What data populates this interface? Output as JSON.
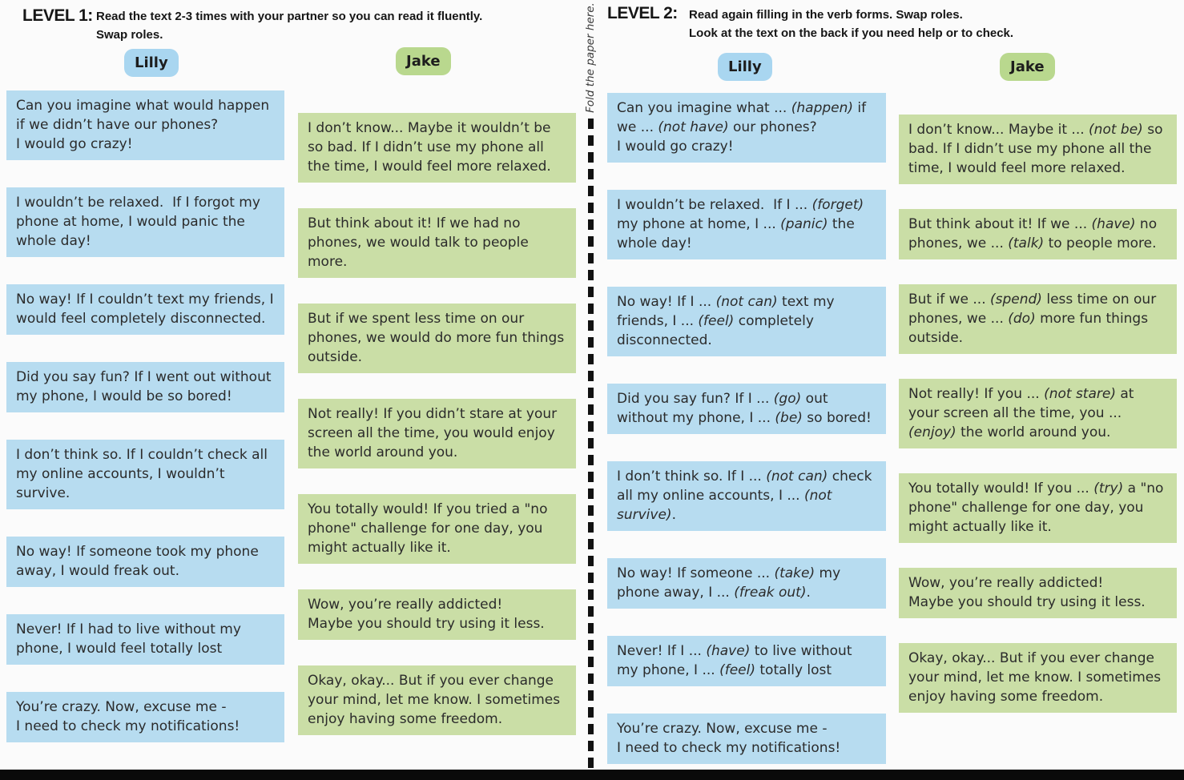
{
  "colors": {
    "paper": "#fbfbfb",
    "ink": "#2b2b2b",
    "lilly_bubble": "#b7dcf0",
    "jake_bubble": "#cadea6",
    "lilly_badge": "#a9d6f0",
    "jake_badge": "#b9d88e",
    "fold_line": "#111111"
  },
  "fold": {
    "label": "Fold the paper here."
  },
  "level1": {
    "title": "LEVEL 1:",
    "instructions": "Read the text 2-3 times with your partner so you can read it fluently.\nSwap roles.",
    "lilly_name": "Lilly",
    "jake_name": "Jake",
    "lilly": [
      "Can you imagine what would happen if we didn’t have our phones?\nI would go crazy!",
      "I wouldn’t be relaxed.  If I forgot my phone at home, I would panic the whole day!",
      "No way! If I couldn’t text my friends, I would feel completely disconnected.",
      "Did you say fun? If I went out without my phone, I would be so bored!",
      "I don’t think so. If I couldn’t check all my online accounts, I wouldn’t survive.",
      "No way! If someone took my phone away, I would freak out.",
      "Never! If I had to live without my phone, I would feel totally lost",
      "You’re crazy. Now, excuse me -\nI need to check my notifications!"
    ],
    "jake": [
      "I don’t know... Maybe it wouldn’t be so bad. If I didn’t use my phone all the time, I would feel more relaxed.",
      "But think about it! If we had no phones, we would talk to people more.",
      "But if we spent less time on our phones, we would do more fun things outside.",
      "Not really! If you didn’t stare at your screen all the time, you would enjoy the world around you.",
      "You totally would! If you tried a \"no phone\" challenge for one day, you might actually like it.",
      "Wow, you’re really addicted!\nMaybe you should try using it less.",
      "Okay, okay... But if you ever change your mind, let me know. I sometimes enjoy having some freedom."
    ]
  },
  "level2": {
    "title": "LEVEL 2:",
    "instructions": "Read again filling in the verb forms. Swap roles.\nLook at the text on the back if you need help or to check.",
    "lilly_name": "Lilly",
    "jake_name": "Jake",
    "lilly": [
      [
        {
          "t": "Can you imagine what ... "
        },
        {
          "t": "(happen)",
          "i": 1
        },
        {
          "t": " if we ... "
        },
        {
          "t": "(not have)",
          "i": 1
        },
        {
          "t": " our phones?\nI would go crazy!"
        }
      ],
      [
        {
          "t": "I wouldn’t be relaxed.  If I ... "
        },
        {
          "t": "(forget)",
          "i": 1
        },
        {
          "t": " my phone at home, I ... "
        },
        {
          "t": "(panic)",
          "i": 1
        },
        {
          "t": " the whole day!"
        }
      ],
      [
        {
          "t": "No way! If I ... "
        },
        {
          "t": "(not can)",
          "i": 1
        },
        {
          "t": " text my friends, I ... "
        },
        {
          "t": "(feel)",
          "i": 1
        },
        {
          "t": " completely disconnected."
        }
      ],
      [
        {
          "t": "Did you say fun? If I ... "
        },
        {
          "t": "(go)",
          "i": 1
        },
        {
          "t": " out without my phone, I ... "
        },
        {
          "t": "(be)",
          "i": 1
        },
        {
          "t": " so bored!"
        }
      ],
      [
        {
          "t": "I don’t think so. If I ... "
        },
        {
          "t": "(not can)",
          "i": 1
        },
        {
          "t": " check all my online accounts, I ... "
        },
        {
          "t": "(not survive)",
          "i": 1
        },
        {
          "t": "."
        }
      ],
      [
        {
          "t": "No way! If someone ... "
        },
        {
          "t": "(take)",
          "i": 1
        },
        {
          "t": " my phone away, I ... "
        },
        {
          "t": "(freak out)",
          "i": 1
        },
        {
          "t": "."
        }
      ],
      [
        {
          "t": "Never! If I ... "
        },
        {
          "t": "(have)",
          "i": 1
        },
        {
          "t": " to live without my phone, I ... "
        },
        {
          "t": "(feel)",
          "i": 1
        },
        {
          "t": " totally lost"
        }
      ],
      [
        {
          "t": "You’re crazy. Now, excuse me -\nI need to check my notifications!"
        }
      ]
    ],
    "jake": [
      [
        {
          "t": "I don’t know... Maybe it ... "
        },
        {
          "t": "(not be)",
          "i": 1
        },
        {
          "t": " so bad. If I didn’t use my phone all the time, I would feel more relaxed."
        }
      ],
      [
        {
          "t": "But think about it! If we ... "
        },
        {
          "t": "(have)",
          "i": 1
        },
        {
          "t": " no phones, we ... "
        },
        {
          "t": "(talk)",
          "i": 1
        },
        {
          "t": " to people more."
        }
      ],
      [
        {
          "t": "But if we ... "
        },
        {
          "t": "(spend)",
          "i": 1
        },
        {
          "t": " less time on our phones, we ... "
        },
        {
          "t": "(do)",
          "i": 1
        },
        {
          "t": " more fun things outside."
        }
      ],
      [
        {
          "t": "Not really! If you ... "
        },
        {
          "t": "(not stare)",
          "i": 1
        },
        {
          "t": " at your screen all the time, you ... "
        },
        {
          "t": "(enjoy)",
          "i": 1
        },
        {
          "t": " the world around you."
        }
      ],
      [
        {
          "t": "You totally would! If you ... "
        },
        {
          "t": "(try)",
          "i": 1
        },
        {
          "t": " a \"no phone\" challenge for one day, you might actually like it."
        }
      ],
      [
        {
          "t": "Wow, you’re really addicted!\nMaybe you should try using it less."
        }
      ],
      [
        {
          "t": "Okay, okay... But if you ever change your mind, let me know. I sometimes enjoy having some freedom."
        }
      ]
    ]
  }
}
